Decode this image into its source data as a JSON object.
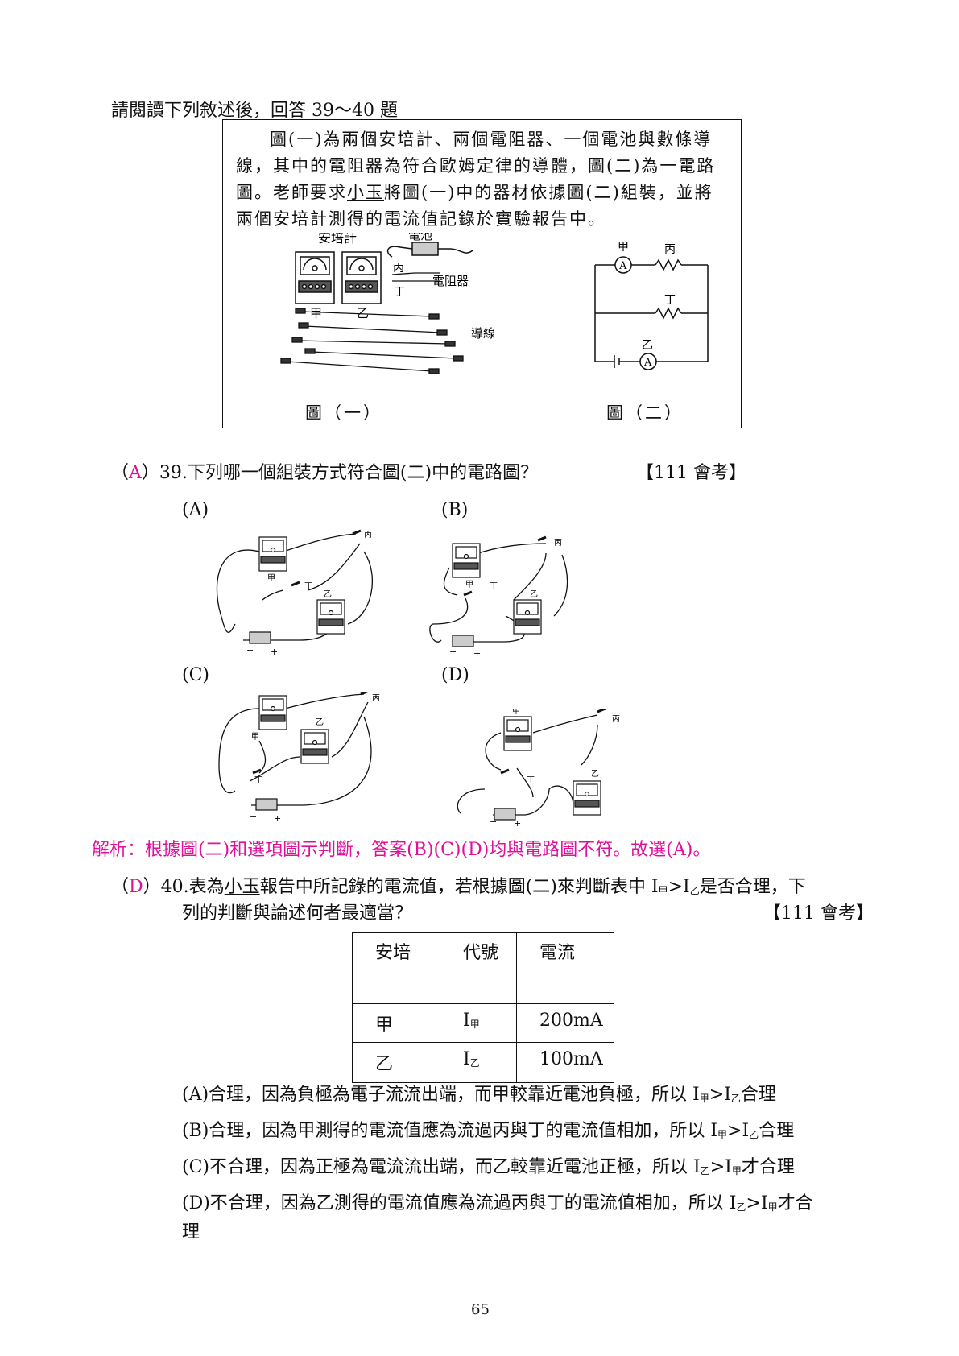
{
  "intro": "請閱讀下列敘述後，回答 39～40 題",
  "passage": {
    "l1": "圖(一)為兩個安培計、兩個電阻器、一個電池與數條導",
    "l2": "線，其中的電阻器為符合歐姆定律的導體，圖(二)為一電路",
    "l3a": "圖。老師要求",
    "l3name": "小玉",
    "l3b": "將圖(一)中的器材依據圖(二)組裝，並將",
    "l4": "兩個安培計測得的電流值記錄於實驗報告中。"
  },
  "figure1": {
    "ammeter_label": "安培計",
    "battery_label": "電池",
    "resistor_label": "電阻器",
    "wire_label": "導線",
    "jia": "甲",
    "yi": "乙",
    "bing": "丙",
    "ding": "丁",
    "caption": "圖（一）"
  },
  "figure2": {
    "jia": "甲",
    "bing": "丙",
    "ding": "丁",
    "yi": "乙",
    "ammeter_symbol": "A",
    "caption": "圖（二）"
  },
  "q39": {
    "paren_open": "（",
    "answer": "A",
    "paren_close": "）",
    "text": "39.下列哪一個組裝方式符合圖(二)中的電路圖？",
    "source": "【111 會考】",
    "options": [
      "(A)",
      "(B)",
      "(C)",
      "(D)"
    ],
    "option_labels": {
      "jia": "甲",
      "yi": "乙",
      "bing": "丙",
      "ding": "丁",
      "minus": "−",
      "plus": "+"
    }
  },
  "analysis": "解析：根據圖(二)和選項圖示判斷，答案(B)(C)(D)均與電路圖不符。故選(A)。",
  "q40": {
    "paren_open": "（",
    "answer": "D",
    "paren_close": "）",
    "text_a": "40.表為",
    "name": "小玉",
    "text_b": "報告中所記錄的電流值，若根據圖(二)來判斷表中 I",
    "sub_jia": "甲",
    "gt": ">I",
    "sub_yi": "乙",
    "text_c": "是否合理，下",
    "line2": "列的判斷與論述何者最適當？",
    "source": "【111 會考】",
    "table": {
      "headers": [
        "安培",
        "代號",
        "電流"
      ],
      "rows": [
        {
          "meter": "甲",
          "code": "I",
          "code_sub": "甲",
          "current": "200mA"
        },
        {
          "meter": "乙",
          "code": "I",
          "code_sub": "乙",
          "current": "100mA"
        }
      ]
    },
    "choices": {
      "A_pre": "(A)合理，因為負極為電子流流出端，而甲較靠近電池負極，所以 I",
      "A_s1": "甲",
      "A_mid": ">I",
      "A_s2": "乙",
      "A_post": "合理",
      "B_pre": "(B)合理，因為甲測得的電流值應為流過丙與丁的電流值相加，所以 I",
      "B_s1": "甲",
      "B_mid": ">I",
      "B_s2": "乙",
      "B_post": "合理",
      "C_pre": "(C)不合理，因為正極為電流流出端，而乙較靠近電池正極，所以 I",
      "C_s1": "乙",
      "C_mid": ">I",
      "C_s2": "甲",
      "C_post": "才合理",
      "D_pre": "(D)不合理，因為乙測得的電流值應為流過丙與丁的電流值相加，所以 I",
      "D_s1": "乙",
      "D_mid": ">I",
      "D_s2": "甲",
      "D_post": "才合",
      "D_line2": "理"
    }
  },
  "page_number": "65"
}
